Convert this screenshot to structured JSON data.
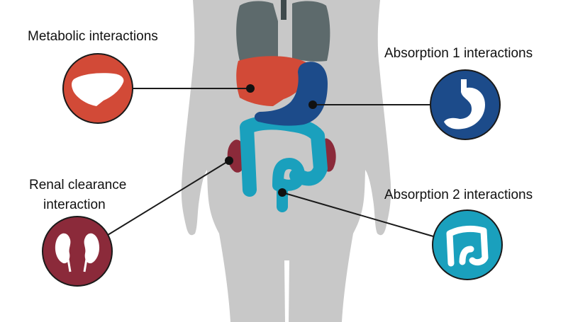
{
  "labels": {
    "metabolic": "Metabolic interactions",
    "absorption1": "Absorption 1 interactions",
    "renal_line1": "Renal clearance",
    "renal_line2": "interaction",
    "absorption2": "Absorption 2 interactions"
  },
  "colors": {
    "body": "#c8c8c8",
    "lungs": "#5d6a6c",
    "liver": "#d24a37",
    "stomach": "#1c4b8a",
    "kidneys": "#8b2a3a",
    "intestine": "#1aa0bd",
    "connector": "#1a1a1a"
  },
  "icons": {
    "metabolic": "liver-icon",
    "absorption1": "stomach-icon",
    "renal": "kidneys-icon",
    "absorption2": "intestine-icon"
  }
}
